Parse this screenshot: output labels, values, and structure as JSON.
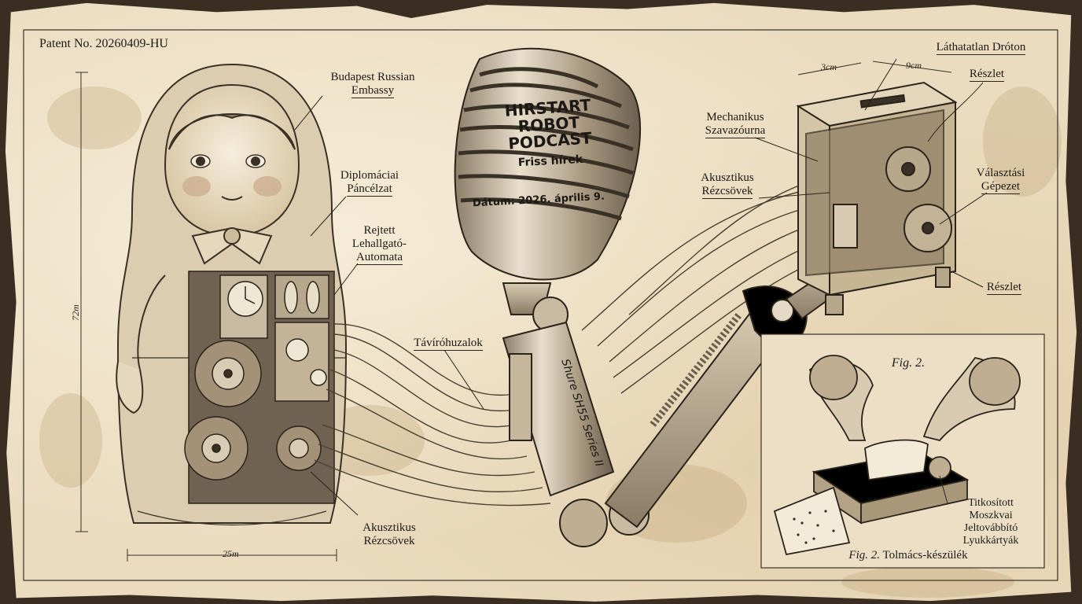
{
  "patent_number": "Patent No. 20260409-HU",
  "doll_labels": {
    "embassy": [
      "Budapest Russian",
      "Embassy"
    ],
    "armor": [
      "Diplomáciai",
      "Páncélzat"
    ],
    "listener": [
      "Rejtett",
      "Lehallgató-",
      "Automata"
    ],
    "acoustic_bottom": [
      "Akusztikus",
      "Rézcsövek"
    ]
  },
  "doll_dimensions": {
    "height": "72m",
    "width": "25m"
  },
  "wires_label": "Távíróhuzalok",
  "microphone": {
    "title_lines": [
      "HIRSTART",
      "ROBOT",
      "PODCAST"
    ],
    "subtitle": "Friss hírek",
    "date": "Dátum: 2026. április 9.",
    "model": "Shure SH55 Series II"
  },
  "ballot_labels": {
    "invisible_wire": "Láthatatlan Dróton",
    "detail_top": "Részlet",
    "ballot_box": [
      "Mechanikus",
      "Szavazóurna"
    ],
    "acoustic_top": [
      "Akusztikus",
      "Rézcsövek"
    ],
    "election_machine": [
      "Választási",
      "Gépezet"
    ],
    "detail_bottom": "Részlet"
  },
  "ballot_dimensions": {
    "depth": "3cm",
    "width": "9cm"
  },
  "figure2": {
    "header": "Fig. 2.",
    "caption_prefix": "Fig. 2.",
    "caption_text": " Tolmács-készülék",
    "punchcard_label": [
      "Titkosított",
      "Moszkvai",
      "Jeltovábbító",
      "Lyukkártyák"
    ]
  },
  "colors": {
    "paper": "#ebdcc0",
    "ink": "#1e1a15",
    "stain": "#b89a6a"
  }
}
